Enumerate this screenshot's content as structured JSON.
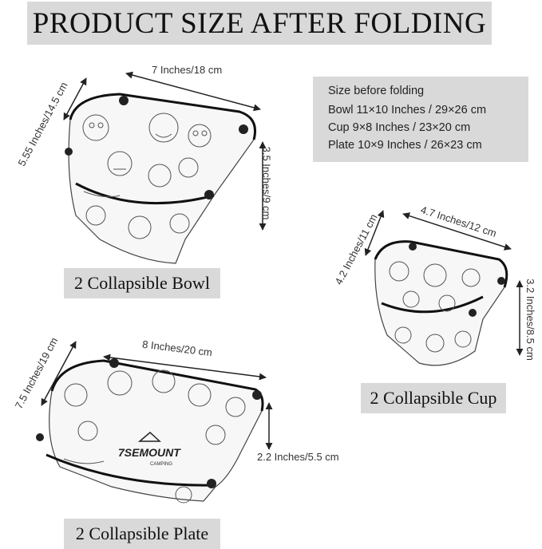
{
  "title": "PRODUCT SIZE AFTER FOLDING",
  "size_info": {
    "heading": "Size before folding",
    "lines": [
      "Bowl 11×10 Inches / 29×26 cm",
      "Cup   9×8 Inches / 23×20 cm",
      "Plate 10×9 Inches / 26×23 cm"
    ]
  },
  "bowl": {
    "caption": "2 Collapsible Bowl",
    "width_label": "7 Inches/18 cm",
    "depth_label": "5.55 Inches/14.5 cm",
    "height_label": "3.5 Inches/9 cm"
  },
  "cup": {
    "caption": "2 Collapsible Cup",
    "width_label": "4.7 Inches/12 cm",
    "depth_label": "4.2 Inches/11 cm",
    "height_label": "3.2 Inches/8.5 cm"
  },
  "plate": {
    "caption": "2 Collapsible Plate",
    "width_label": "8 Inches/20 cm",
    "depth_label": "7.5 Inches/19 cm",
    "height_label": "2.2 Inches/5.5 cm",
    "logo_text": "7SEMOUNT",
    "logo_subtext": "CAMPING"
  },
  "colors": {
    "box_gray": "#d9d9d9",
    "text": "#111111",
    "outline": "#222222"
  }
}
